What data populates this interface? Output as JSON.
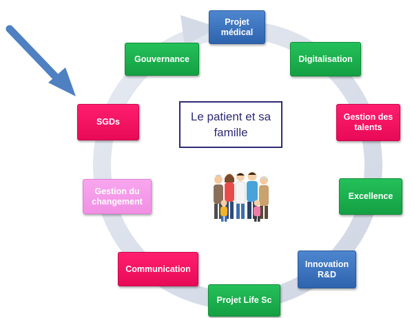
{
  "center": {
    "label": "Le patient et sa famille"
  },
  "nodes": {
    "projet_medical": "Projet\nmédical",
    "digitalisation": "Digitalisation",
    "gestion_talents": "Gestion des\ntalents",
    "excellence": "Excellence",
    "innovation": "Innovation\nR&D",
    "projet_life": "Projet Life Sc",
    "communication": "Communication",
    "gestion_changement": "Gestion du\nchangement",
    "sgds": "SGDs",
    "gouvernance": "Gouvernance"
  },
  "colors": {
    "green": "#1bb04d",
    "pink": "#f5105f",
    "blue": "#3a72bd",
    "light_pink": "#f49ae9",
    "ring": "#dbe1ec",
    "arrow": "#4e80c2",
    "center_border": "#2b2a74"
  },
  "illustration": {
    "icon": "family-group-illustration"
  }
}
